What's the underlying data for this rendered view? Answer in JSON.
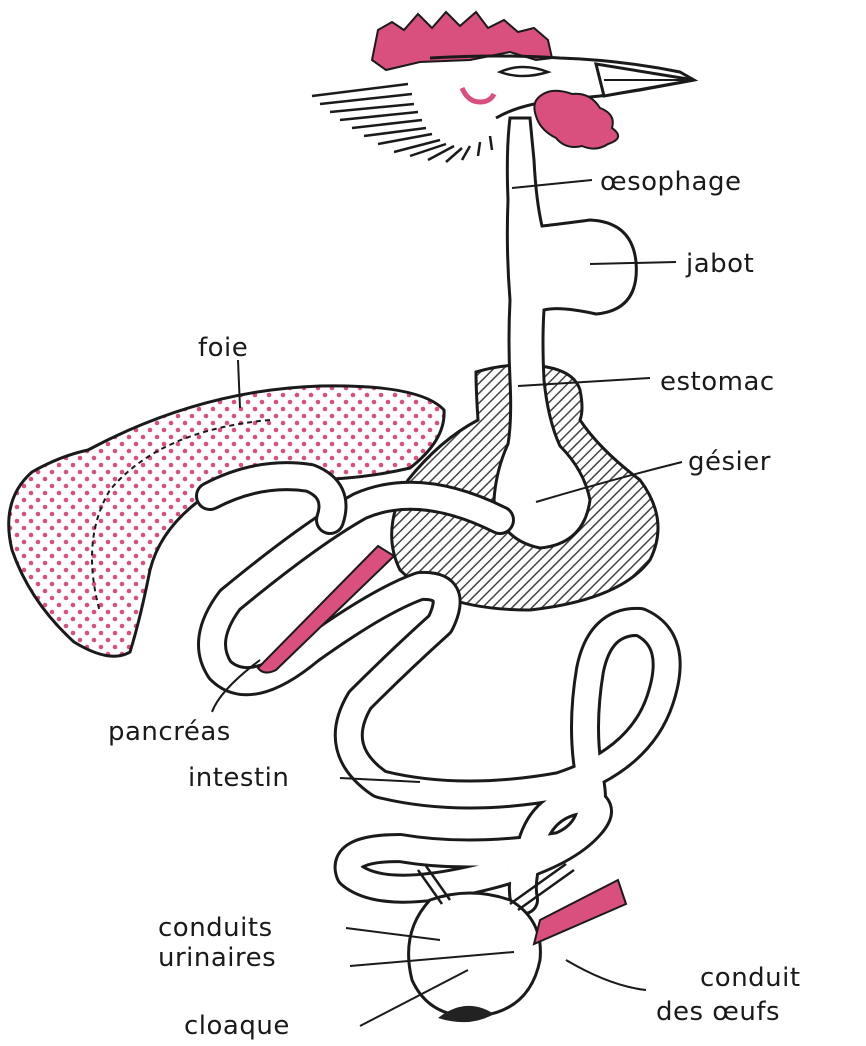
{
  "colors": {
    "accent": "#d9507e",
    "ink": "#1a1a1a",
    "hatch": "#555555"
  },
  "labels": {
    "oesophage": "œsophage",
    "jabot": "jabot",
    "estomac": "estomac",
    "gesier": "gésier",
    "foie": "foie",
    "pancreas": "pancréas",
    "intestin": "intestin",
    "conduits_urinaires_1": "conduits",
    "conduits_urinaires_2": "urinaires",
    "conduit_oeufs_1": "conduit",
    "conduit_oeufs_2": "des œufs",
    "cloaque": "cloaque"
  }
}
